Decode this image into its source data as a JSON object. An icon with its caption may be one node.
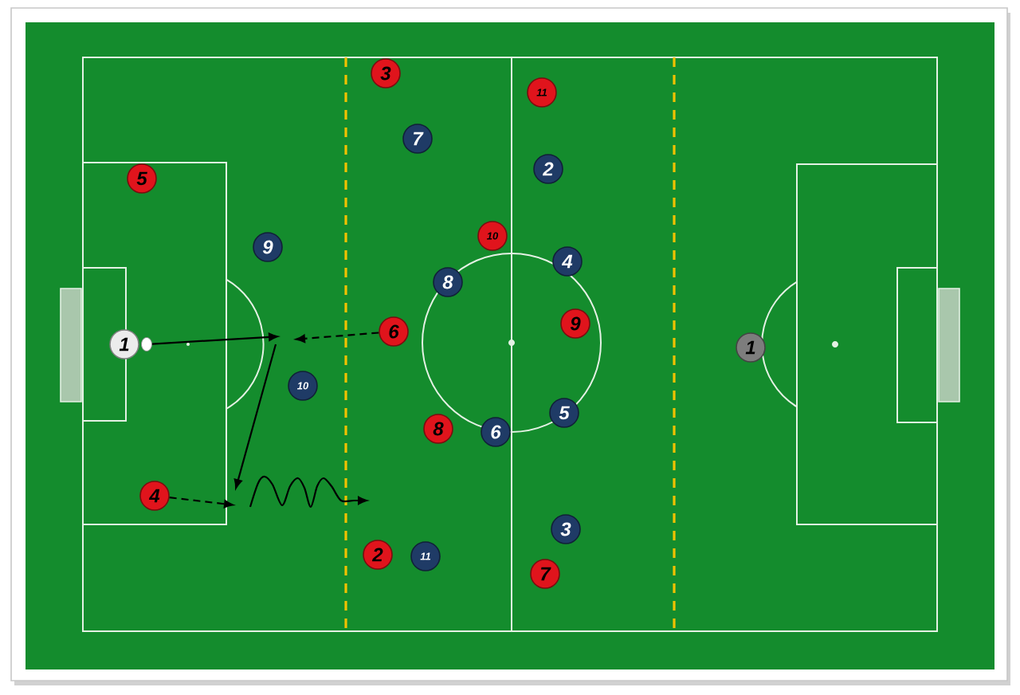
{
  "diagram": {
    "nodes": [
      {
        "text": [
          "3"
        ]
      },
      {
        "text": [
          "11"
        ]
      },
      {
        "text": [
          "7"
        ]
      },
      {
        "text": [
          "2"
        ]
      },
      {
        "text": [
          "5"
        ]
      },
      {
        "text": [
          "10"
        ]
      },
      {
        "text": [
          "9"
        ]
      },
      {
        "text": [
          "4"
        ]
      },
      {
        "text": [
          "8"
        ]
      },
      {
        "text": [
          "9"
        ]
      },
      {
        "text": [
          "6"
        ]
      },
      {
        "text": [
          "1"
        ]
      },
      {
        "text": [],
        "shape": "circle"
      },
      {
        "text": [
          "1"
        ]
      },
      {
        "text": [
          "10"
        ]
      },
      {
        "text": [
          "5"
        ]
      },
      {
        "text": [
          "8"
        ]
      },
      {
        "text": [
          "6"
        ]
      },
      {
        "text": [
          "4"
        ]
      },
      {
        "text": [
          "3"
        ]
      },
      {
        "text": [
          "2"
        ]
      },
      {
        "text": [
          "11"
        ]
      },
      {
        "text": [
          "7"
        ]
      }
    ],
    "edges": [
      {
        "from": 12,
        "to": null,
        "arrow": "to"
      },
      {
        "from": 10,
        "to": null,
        "arrow": "to",
        "style": "dashed"
      },
      {
        "from": 18,
        "to": null,
        "arrow": "to",
        "style": "dashed"
      }
    ]
  }
}
